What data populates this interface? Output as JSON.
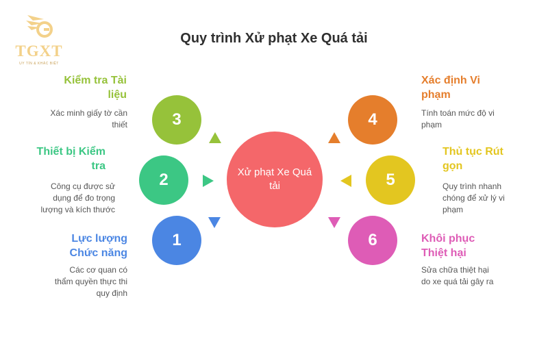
{
  "logo": {
    "name": "TGXT",
    "slogan": "UY TÍN & KHÁC BIỆT",
    "color": "#f3d18a"
  },
  "title": "Quy trình Xử phạt Xe Quá tải",
  "center": {
    "label": "Xử phạt Xe Quá tải",
    "color": "#f4676a"
  },
  "steps": [
    {
      "number": "1",
      "title_lines": [
        "Lực lượng",
        "Chức năng"
      ],
      "desc_lines": [
        "Các cơ quan có",
        "thẩm quyền thực thi",
        "quy định"
      ],
      "color": "#4b86e3",
      "arrow": "down"
    },
    {
      "number": "2",
      "title_lines": [
        "Thiết bị Kiểm",
        "tra"
      ],
      "desc_lines": [
        "Công cụ được sử",
        "dụng để đo trọng",
        "lượng và kích thước"
      ],
      "color": "#3cc784",
      "arrow": "right"
    },
    {
      "number": "3",
      "title_lines": [
        "Kiểm tra Tài",
        "liệu"
      ],
      "desc_lines": [
        "Xác minh giấy tờ cần",
        "thiết"
      ],
      "color": "#96c23a",
      "arrow": "up"
    },
    {
      "number": "4",
      "title_lines": [
        "Xác định Vi",
        "phạm"
      ],
      "desc_lines": [
        "Tính toán mức độ vi",
        "phạm"
      ],
      "color": "#e57e2c",
      "arrow": "up"
    },
    {
      "number": "5",
      "title_lines": [
        "Thủ tục Rút",
        "gọn"
      ],
      "desc_lines": [
        "Quy trình nhanh",
        "chóng để xử lý vi",
        "phạm"
      ],
      "color": "#e3c620",
      "arrow": "left"
    },
    {
      "number": "6",
      "title_lines": [
        "Khôi phục",
        "Thiệt hại"
      ],
      "desc_lines": [
        "Sửa chữa thiệt hại",
        "do xe quá tải gây ra"
      ],
      "color": "#de5cb6",
      "arrow": "down"
    }
  ]
}
